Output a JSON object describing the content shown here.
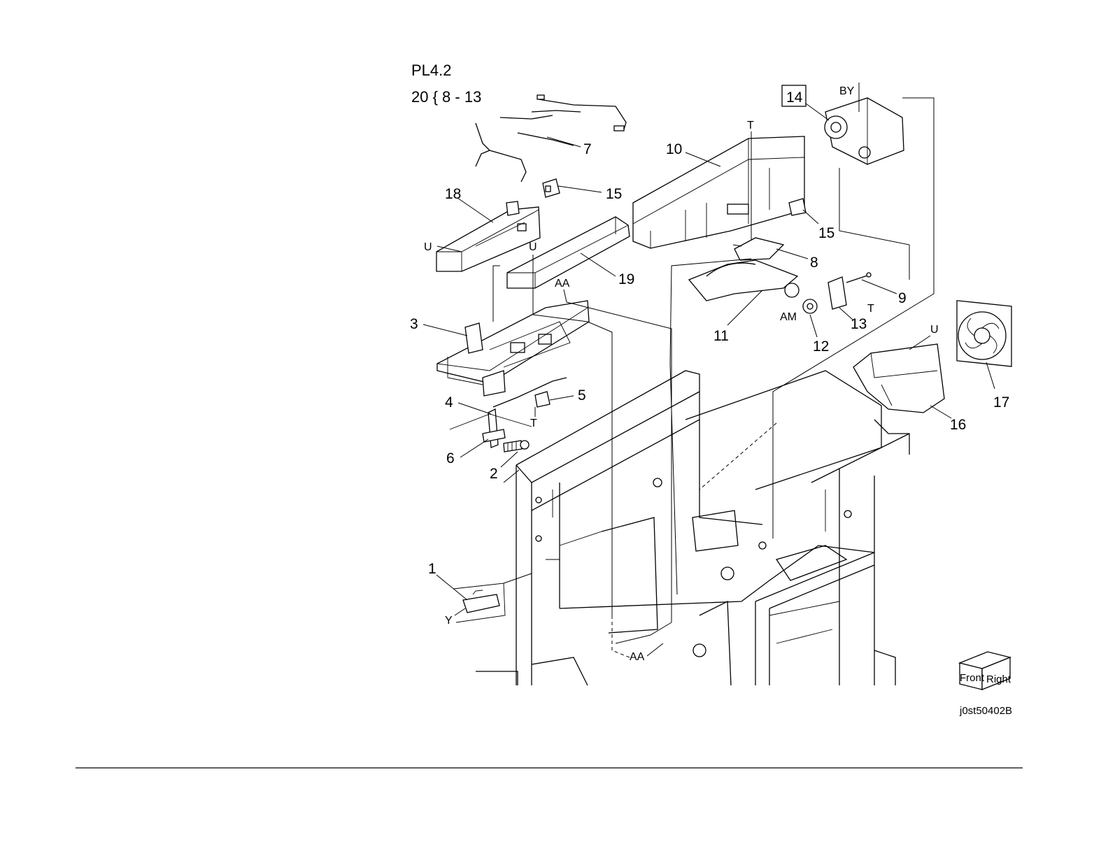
{
  "header": {
    "plate": "PL4.2",
    "note": "20 { 8 - 13"
  },
  "callouts": {
    "c1": "1",
    "c2": "2",
    "c3": "3",
    "c4": "4",
    "c5": "5",
    "c6": "6",
    "c7": "7",
    "c8": "8",
    "c9": "9",
    "c10": "10",
    "c11": "11",
    "c12": "12",
    "c13": "13",
    "c14": "14",
    "c15a": "15",
    "c15b": "15",
    "c16": "16",
    "c17": "17",
    "c18": "18",
    "c19": "19"
  },
  "connectors": {
    "u1": "U",
    "u2": "U",
    "u3": "U",
    "t1": "T",
    "t2": "T",
    "t3": "T",
    "aa1": "AA",
    "aa2": "AA",
    "am": "AM",
    "by": "BY",
    "y": "Y"
  },
  "orientation_cube": {
    "front": "Front",
    "right": "Right"
  },
  "figure_id": "j0st50402B"
}
